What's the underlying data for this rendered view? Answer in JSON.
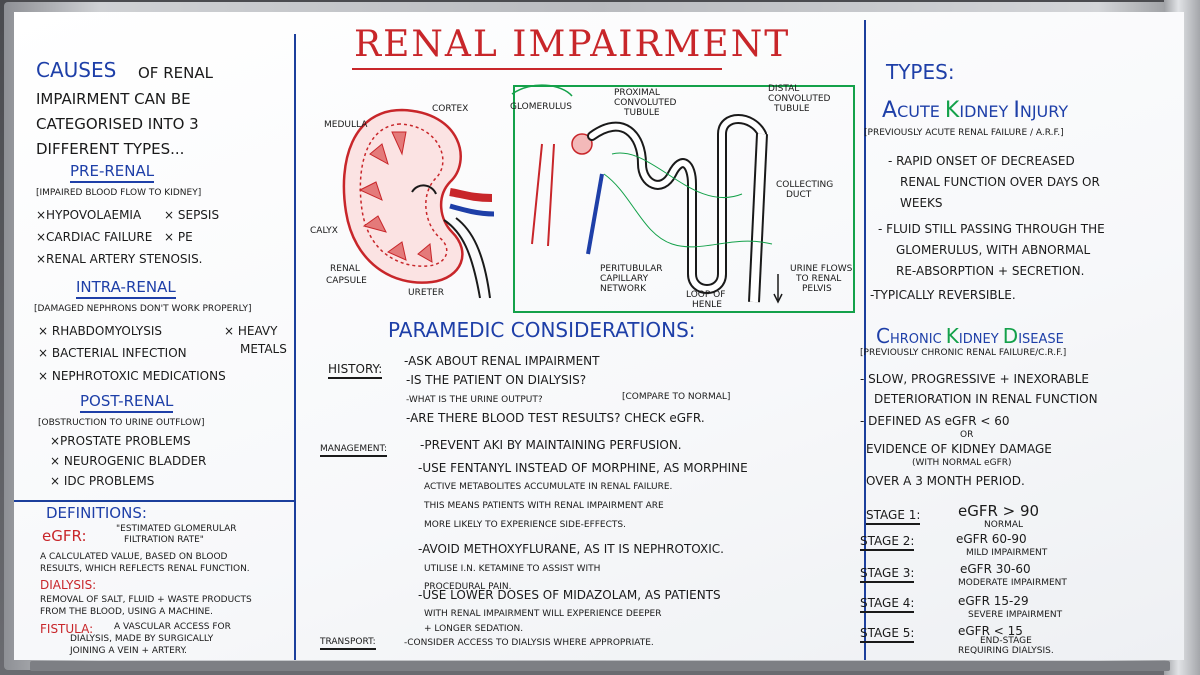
{
  "title": "RENAL IMPAIRMENT",
  "causes": {
    "heading_word": "CAUSES",
    "heading_rest": "OF RENAL",
    "intro_lines": [
      "IMPAIRMENT CAN BE",
      "CATEGORISED INTO 3",
      "DIFFERENT TYPES..."
    ],
    "pre_renal": {
      "heading": "PRE-RENAL",
      "note": "[IMPAIRED BLOOD FLOW TO KIDNEY]",
      "items": [
        "×HYPOVOLAEMIA",
        "× SEPSIS",
        "×CARDIAC FAILURE",
        "× PE",
        "×RENAL ARTERY STENOSIS."
      ]
    },
    "intra_renal": {
      "heading": "INTRA-RENAL",
      "note": "[DAMAGED NEPHRONS DON'T WORK PROPERLY]",
      "items": [
        "× RHABDOMYOLYSIS",
        "× BACTERIAL INFECTION",
        "× NEPHROTOXIC MEDICATIONS",
        "× HEAVY",
        "METALS"
      ]
    },
    "post_renal": {
      "heading": "POST-RENAL",
      "note": "[OBSTRUCTION TO URINE OUTFLOW]",
      "items": [
        "×PROSTATE PROBLEMS",
        "× NEUROGENIC BLADDER",
        "× IDC PROBLEMS"
      ]
    }
  },
  "definitions": {
    "heading": "DEFINITIONS:",
    "egfr_term": "eGFR:",
    "egfr_quote": [
      "\"ESTIMATED GLOMERULAR",
      "FILTRATION RATE\""
    ],
    "egfr_desc": [
      "A CALCULATED VALUE, BASED ON BLOOD",
      "RESULTS, WHICH REFLECTS RENAL FUNCTION."
    ],
    "dialysis_term": "DIALYSIS:",
    "dialysis_desc": [
      "REMOVAL OF SALT, FLUID + WASTE PRODUCTS",
      "FROM THE BLOOD, USING A MACHINE."
    ],
    "fistula_term": "FISTULA:",
    "fistula_desc": [
      "A VASCULAR ACCESS FOR",
      "DIALYSIS, MADE BY SURGICALLY",
      "JOINING A VEIN + ARTERY."
    ]
  },
  "diagram": {
    "kidney_labels": [
      "MEDULLA",
      "CORTEX",
      "CALYX",
      "RENAL",
      "CAPSULE",
      "URETER"
    ],
    "nephron_labels": [
      "GLOMERULUS",
      "PROXIMAL",
      "CONVOLUTED",
      "TUBULE",
      "DISTAL",
      "CONVOLUTED",
      "TUBULE",
      "COLLECTING",
      "DUCT",
      "PERITUBULAR",
      "CAPILLARY",
      "NETWORK",
      "LOOP OF",
      "HENLE",
      "URINE FLOWS",
      "TO RENAL",
      "PELVIS"
    ]
  },
  "paramedic": {
    "heading": "PARAMEDIC CONSIDERATIONS:",
    "history_label": "HISTORY:",
    "history": [
      "-ASK ABOUT RENAL IMPAIRMENT",
      "-IS THE PATIENT ON DIALYSIS?",
      "-WHAT IS THE URINE OUTPUT?",
      "[COMPARE TO NORMAL]",
      "-ARE THERE BLOOD TEST RESULTS? CHECK eGFR."
    ],
    "management_label": "MANAGEMENT:",
    "management": [
      "-PREVENT AKI BY MAINTAINING PERFUSION.",
      "-USE FENTANYL INSTEAD OF MORPHINE, AS MORPHINE",
      "ACTIVE METABOLITES ACCUMULATE IN RENAL FAILURE.",
      "THIS MEANS PATIENTS WITH RENAL IMPAIRMENT ARE",
      "MORE LIKELY TO EXPERIENCE SIDE-EFFECTS.",
      "-AVOID METHOXYFLURANE, AS IT IS NEPHROTOXIC.",
      "UTILISE I.N. KETAMINE TO ASSIST WITH",
      "PROCEDURAL PAIN.",
      "-USE LOWER DOSES OF MIDAZOLAM, AS PATIENTS",
      "WITH RENAL IMPAIRMENT WILL EXPERIENCE DEEPER",
      "+ LONGER SEDATION."
    ],
    "transport_label": "TRANSPORT:",
    "transport": "-CONSIDER ACCESS TO DIALYSIS WHERE APPROPRIATE."
  },
  "types": {
    "heading": "TYPES:",
    "aki": {
      "A": "A",
      "a_rest": "CUTE",
      "K": "K",
      "k_rest": "IDNEY",
      "I": "I",
      "i_rest": "NJURY"
    },
    "aki_note": "[PREVIOUSLY ACUTE RENAL FAILURE / A.R.F.]",
    "aki_points": [
      "- RAPID ONSET OF DECREASED",
      "RENAL FUNCTION OVER DAYS OR",
      "WEEKS",
      "- FLUID STILL PASSING THROUGH THE",
      "GLOMERULUS, WITH ABNORMAL",
      "RE-ABSORPTION + SECRETION.",
      "-TYPICALLY REVERSIBLE."
    ],
    "ckd": {
      "C": "C",
      "c_rest": "HRONIC",
      "K": "K",
      "k_rest": "IDNEY",
      "D": "D",
      "d_rest": "ISEASE"
    },
    "ckd_note": "[PREVIOUSLY CHRONIC RENAL FAILURE/C.R.F.]",
    "ckd_points": [
      "- SLOW, PROGRESSIVE + INEXORABLE",
      "DETERIORATION IN RENAL FUNCTION",
      "- DEFINED AS eGFR < 60",
      "OR",
      "EVIDENCE OF KIDNEY DAMAGE",
      "(WITH NORMAL eGFR)",
      "OVER A 3 MONTH PERIOD."
    ],
    "stages": [
      {
        "label": "STAGE 1:",
        "value": "eGFR > 90",
        "note": "NORMAL"
      },
      {
        "label": "STAGE 2:",
        "value": "eGFR 60-90",
        "note": "MILD IMPAIRMENT"
      },
      {
        "label": "STAGE 3:",
        "value": "eGFR 30-60",
        "note": "MODERATE IMPAIRMENT"
      },
      {
        "label": "STAGE 4:",
        "value": "eGFR 15-29",
        "note": "SEVERE IMPAIRMENT"
      },
      {
        "label": "STAGE 5:",
        "value": "eGFR < 15",
        "note": "END-STAGE"
      },
      {
        "label": "",
        "value": "",
        "note": "REQUIRING DIALYSIS."
      }
    ]
  }
}
